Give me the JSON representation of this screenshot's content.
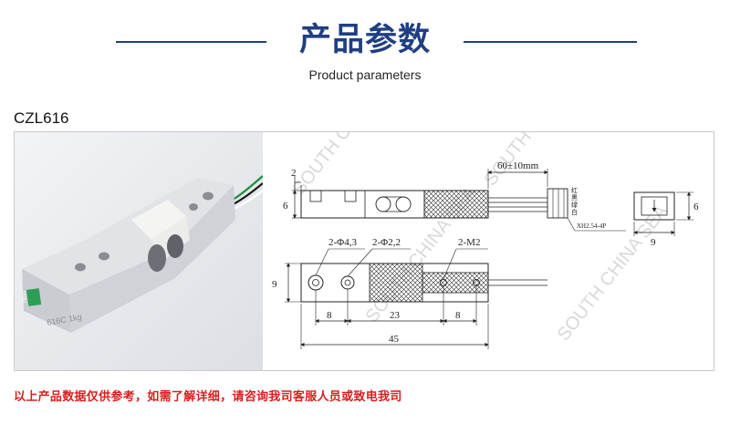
{
  "header": {
    "title": "产品参数",
    "subtitle": "Product parameters"
  },
  "product": {
    "model": "CZL616",
    "photo_labels": {
      "marking": "616C 1kg",
      "sticker": "780A"
    }
  },
  "drawing": {
    "dimensions": {
      "height_left": "6",
      "top_offset": "2",
      "cable_length": "60±10mm",
      "connector": "XH2.54-4P",
      "holes_large": "2-Φ4,3",
      "holes_small": "2-Φ2,2",
      "thread": "2-M2",
      "width_plan": "9",
      "seg_1": "8",
      "seg_2": "23",
      "seg_3": "8",
      "total_length": "45",
      "section_width": "9",
      "section_height": "6"
    },
    "wire_colors": [
      "红",
      "黑",
      "绿",
      "白"
    ],
    "watermark": "SOUTH CHINA SEA"
  },
  "footer": {
    "note": "以上产品数据仅供参考，如需了解详细，请咨询我司客服人员或致电我司"
  },
  "colors": {
    "title": "#1f3f83",
    "note": "#d91e1e",
    "wire_green": "#1b8f3c",
    "wire_black": "#1a1a1a",
    "wire_red": "#c8322a"
  }
}
